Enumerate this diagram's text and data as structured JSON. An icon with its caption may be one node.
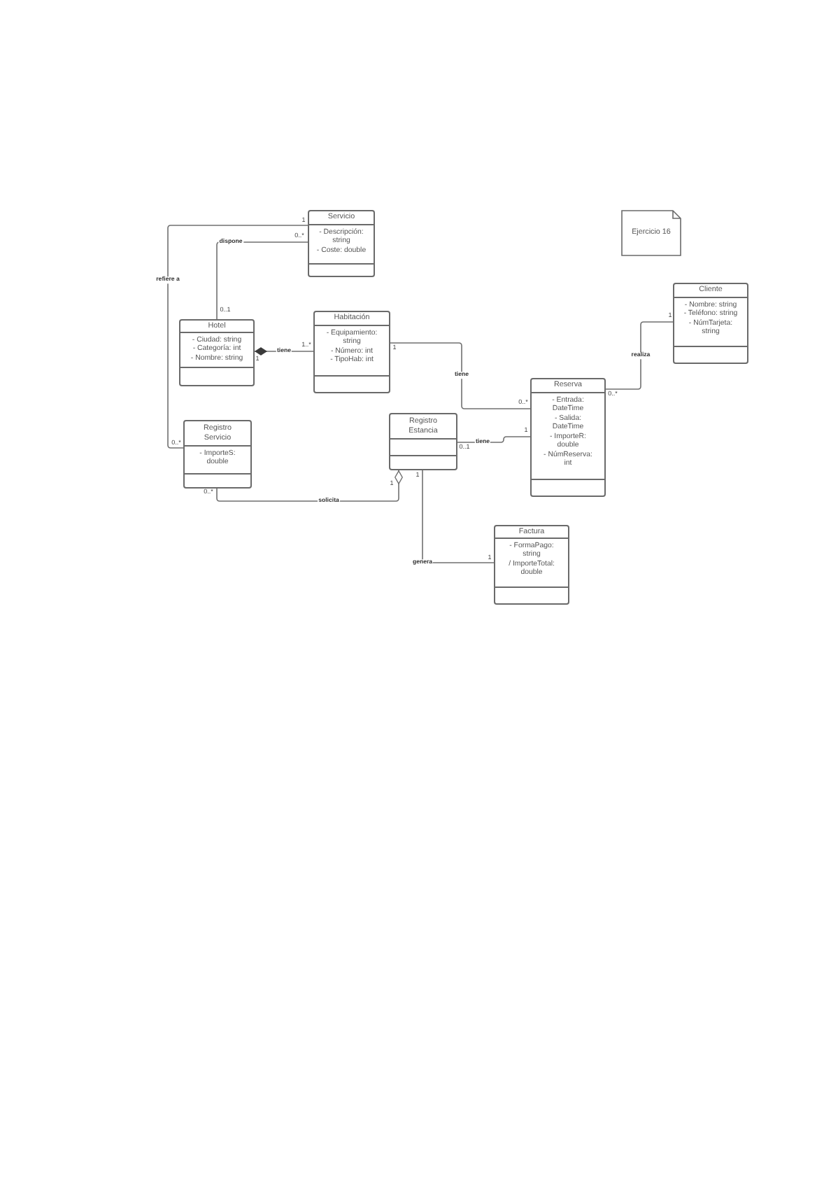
{
  "diagram": {
    "nodes": [
      {
        "text": [
          "Servicio",
          "- Descripción: string",
          "- Coste: double"
        ]
      },
      {
        "text": [
          "Ejercicio 16"
        ]
      },
      {
        "text": [
          "Cliente",
          "- Nombre: string",
          "- Teléfono: string",
          "- NúmTarjeta: string"
        ]
      },
      {
        "text": [
          "Hotel",
          "- Ciudad: string",
          "- Categoría: int",
          "- Nombre: string"
        ]
      },
      {
        "text": [
          "Habitación",
          "- Equipamiento: string",
          "- Número: int",
          "- TipoHab: int"
        ]
      },
      {
        "text": [
          "Reserva",
          "- Entrada: DateTime",
          "- Salida: DateTime",
          "- ImporteR: double",
          "- NúmReserva: int"
        ]
      },
      {
        "text": [
          "Registro Servicio",
          "- ImporteS: double"
        ]
      },
      {
        "text": [
          "Registro Estancia"
        ]
      },
      {
        "text": [
          "Factura",
          "- FormaPago: string",
          "/ ImporteTotal: double"
        ]
      }
    ],
    "edges": [
      {
        "from": 3,
        "to": 0,
        "arrow": "none",
        "label": "dispone"
      },
      {
        "from": 6,
        "to": 0,
        "arrow": "none",
        "label": "refiere a"
      },
      {
        "from": 3,
        "to": 4,
        "arrow": "other",
        "label": "tiene"
      },
      {
        "from": 4,
        "to": 5,
        "arrow": "none",
        "label": "tiene"
      },
      {
        "from": 2,
        "to": 5,
        "arrow": "none",
        "label": "realiza"
      },
      {
        "from": 7,
        "to": 5,
        "arrow": "none",
        "label": "tiene"
      },
      {
        "from": 7,
        "to": 6,
        "arrow": "other",
        "label": "solicita"
      },
      {
        "from": 7,
        "to": 8,
        "arrow": "none",
        "label": "genera"
      }
    ],
    "labels": [
      "1",
      "0..*",
      "0..1",
      "1",
      "1..*",
      "1",
      "1",
      "0..*",
      "0..*",
      "1",
      "0..*",
      "0..1",
      "1",
      "1",
      "0..*",
      "1"
    ]
  }
}
